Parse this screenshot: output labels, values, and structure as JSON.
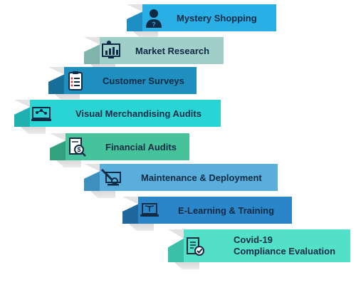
{
  "colors": {
    "mystery": "#29aee6",
    "market": "#9fcfc8",
    "surveys": "#1f8fc0",
    "visual": "#2ad4d4",
    "financial": "#45c39a",
    "maintenance": "#5aaedc",
    "elearning": "#2a86c8",
    "covid": "#52e0c8"
  },
  "steps": [
    {
      "label": "Mystery  Shopping",
      "icon": "person-question-icon"
    },
    {
      "label": "Market Research",
      "icon": "chart-monitor-icon"
    },
    {
      "label": "Customer Surveys",
      "icon": "clipboard-icon"
    },
    {
      "label": "Visual Merchandising Audits",
      "icon": "network-monitor-icon"
    },
    {
      "label": "Financial Audits",
      "icon": "dollar-document-icon"
    },
    {
      "label": "Maintenance & Deployment",
      "icon": "tools-monitor-icon"
    },
    {
      "label": "E-Learning & Training",
      "icon": "laptop-book-icon"
    },
    {
      "label_line1": "Covid-19",
      "label_line2": "Compliance Evaluation",
      "icon": "checklist-icon"
    }
  ]
}
